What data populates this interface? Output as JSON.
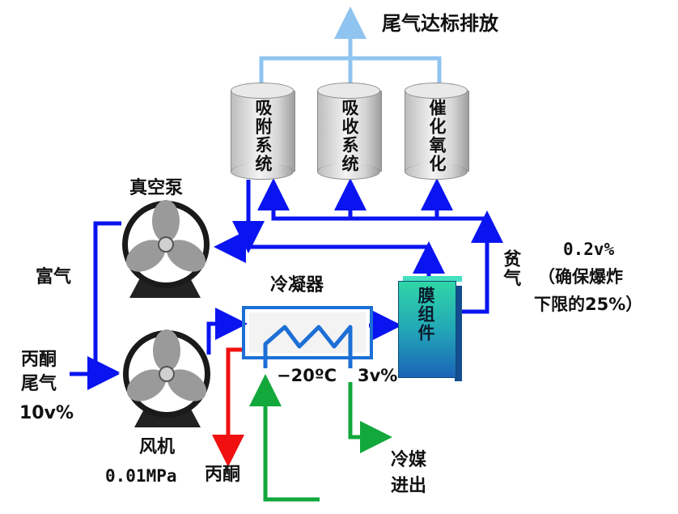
{
  "labels": {
    "exhaust_out": "尾气达标排放",
    "adsorption": "吸附系统",
    "absorption": "吸收系统",
    "catalytic": "催化氧化",
    "vacuum_pump": "真空泵",
    "rich_gas": "富气",
    "condenser": "冷凝器",
    "membrane": "膜组件",
    "lean_gas": "贫气",
    "lean_value": "0.2v%",
    "lean_note_1": "（确保爆炸",
    "lean_note_2": "下限的25%）",
    "feed_1": "丙酮",
    "feed_2": "尾气",
    "feed_3": "10v%",
    "fan": "风机",
    "fan_pressure": "0.01MPa",
    "acetone_out": "丙酮",
    "temperature": "−20ºC",
    "outlet_conc": "3v%",
    "coolant_1": "冷媒",
    "coolant_2": "进出"
  },
  "colors": {
    "main_flow": "#0a14f0",
    "exhaust_flow": "#8fc4f0",
    "liquid_out": "#f01010",
    "coolant_flow": "#12a83c"
  }
}
